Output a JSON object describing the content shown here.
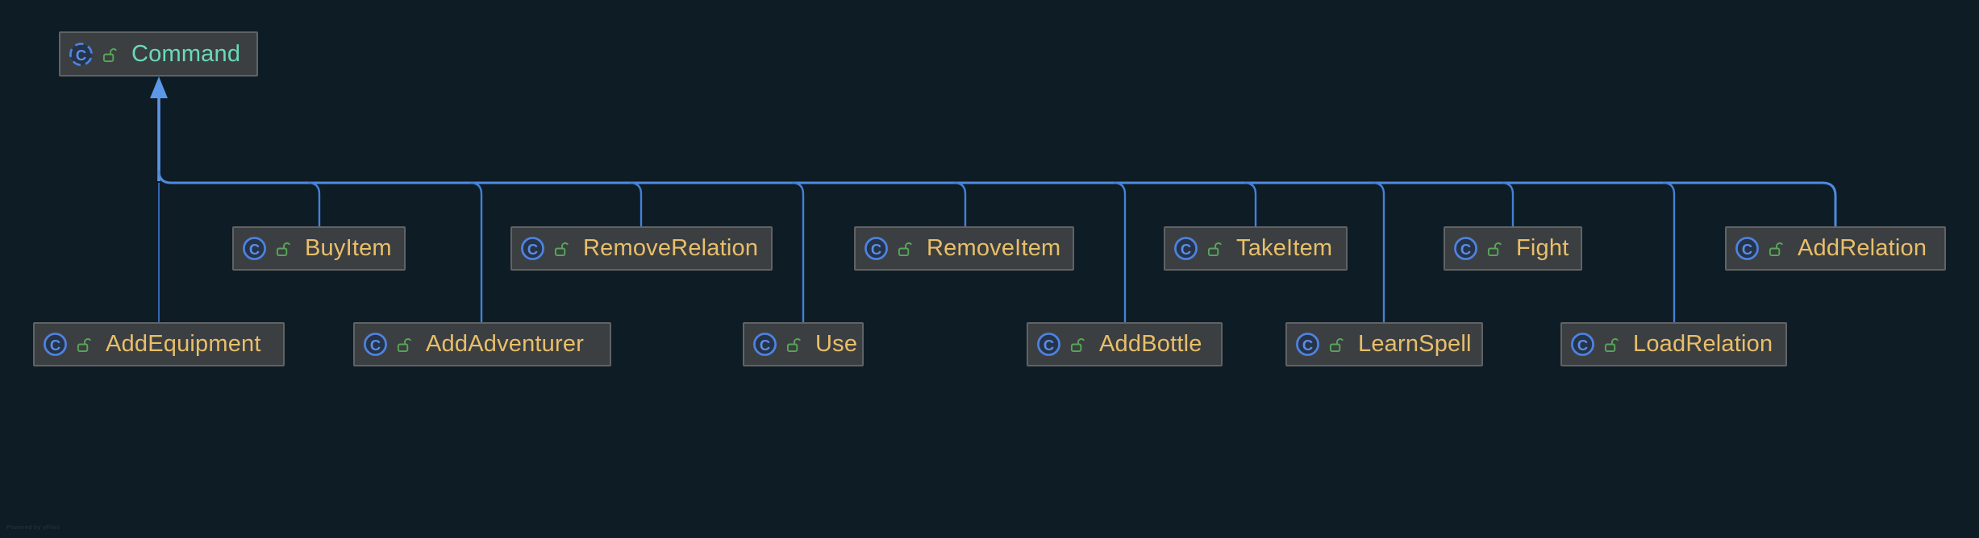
{
  "diagram": {
    "classes": [
      {
        "label": "Command",
        "kind": "class",
        "role": "parent",
        "icons": [
          "class-icon-dashed",
          "open-lock-icon"
        ]
      },
      {
        "label": "BuyItem",
        "kind": "class",
        "role": "child",
        "icons": [
          "class-icon",
          "open-lock-icon"
        ]
      },
      {
        "label": "RemoveRelation",
        "kind": "class",
        "role": "child",
        "icons": [
          "class-icon",
          "open-lock-icon"
        ]
      },
      {
        "label": "RemoveItem",
        "kind": "class",
        "role": "child",
        "icons": [
          "class-icon",
          "open-lock-icon"
        ]
      },
      {
        "label": "TakeItem",
        "kind": "class",
        "role": "child",
        "icons": [
          "class-icon",
          "open-lock-icon"
        ]
      },
      {
        "label": "Fight",
        "kind": "class",
        "role": "child",
        "icons": [
          "class-icon",
          "open-lock-icon"
        ]
      },
      {
        "label": "AddRelation",
        "kind": "class",
        "role": "child",
        "icons": [
          "class-icon",
          "open-lock-icon"
        ]
      },
      {
        "label": "AddEquipment",
        "kind": "class",
        "role": "child",
        "icons": [
          "class-icon",
          "open-lock-icon"
        ]
      },
      {
        "label": "AddAdventurer",
        "kind": "class",
        "role": "child",
        "icons": [
          "class-icon",
          "open-lock-icon"
        ]
      },
      {
        "label": "Use",
        "kind": "class",
        "role": "child",
        "icons": [
          "class-icon",
          "open-lock-icon"
        ]
      },
      {
        "label": "AddBottle",
        "kind": "class",
        "role": "child",
        "icons": [
          "class-icon",
          "open-lock-icon"
        ]
      },
      {
        "label": "LearnSpell",
        "kind": "class",
        "role": "child",
        "icons": [
          "class-icon",
          "open-lock-icon"
        ]
      },
      {
        "label": "LoadRelation",
        "kind": "class",
        "role": "child",
        "icons": [
          "class-icon",
          "open-lock-icon"
        ]
      }
    ],
    "hierarchy": {
      "parent": "Command",
      "edge_style": "solid-orthogonal-line-with-filled-triangle-arrow-to-parent"
    }
  },
  "icons": {
    "class_letter": "C"
  },
  "watermark": "Powered by yFiles",
  "colors": {
    "background": "#0e1c25",
    "node_fill": "#3c3f41",
    "node_border": "#606365",
    "child_name": "#e8bf6a",
    "parent_name": "#6ad9ba",
    "edge_blue": "#4f8ade",
    "arrow_blue": "#5d97e8",
    "icon_blue": "#4f82e0",
    "lock_green": "#57a659"
  }
}
